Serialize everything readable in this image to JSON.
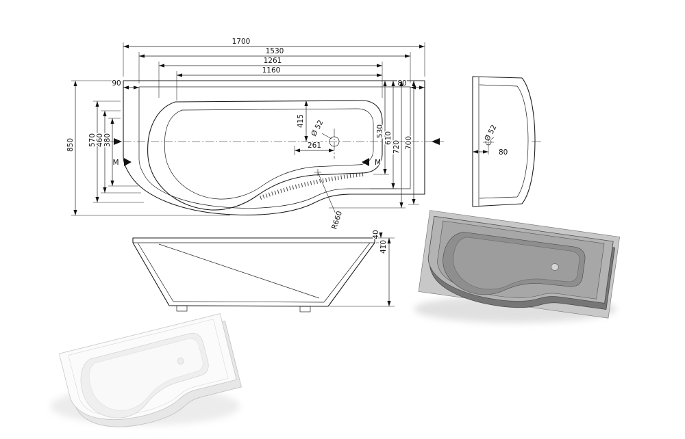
{
  "drawing": {
    "plan_view": {
      "top_dims": [
        "1700",
        "1530",
        "1261",
        "1160"
      ],
      "rim_left": "90",
      "rim_right": "80",
      "left_dims": [
        "850",
        "570",
        "460",
        "380"
      ],
      "right_dims": [
        "530",
        "610",
        "720",
        "700"
      ],
      "depth_dim": "415",
      "drain_offset_dim": "261",
      "drain_diameter": "Ø 52",
      "corner_radius": "R660",
      "mixer_marker_left": "M",
      "mixer_marker_right": "M"
    },
    "end_view": {
      "drain_diameter": "Ø 52",
      "drain_offset": "80"
    },
    "front_view": {
      "rim_height": "40",
      "overall_height": "410"
    },
    "colors": {
      "line": "#1c1c1c",
      "render_white": "#fafafa",
      "render_gray": "#9a9a9a"
    }
  }
}
